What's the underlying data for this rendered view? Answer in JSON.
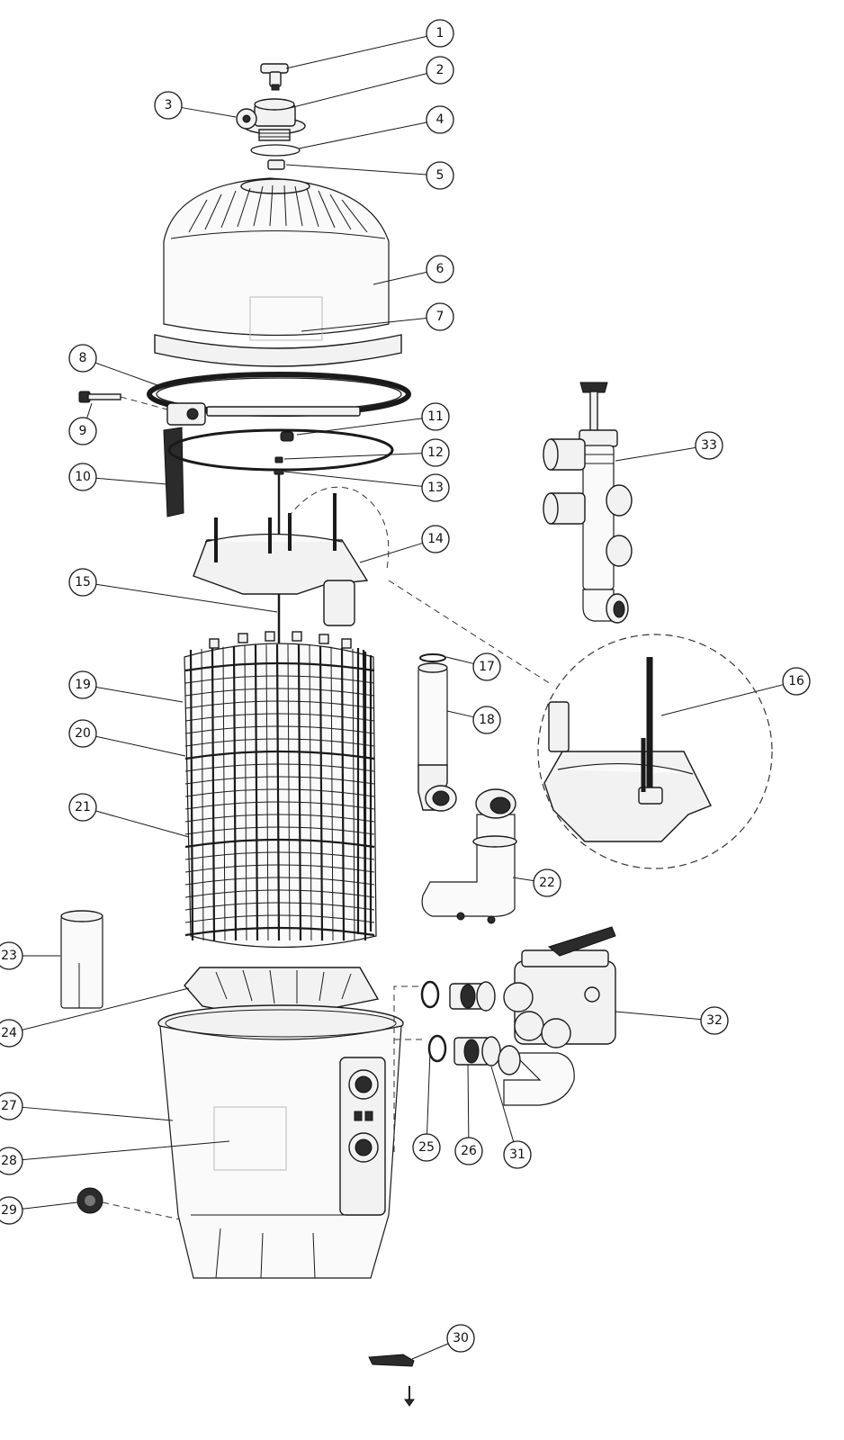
{
  "callouts": [
    {
      "id": "1",
      "label": "1"
    },
    {
      "id": "2",
      "label": "2"
    },
    {
      "id": "3",
      "label": "3"
    },
    {
      "id": "4",
      "label": "4"
    },
    {
      "id": "5",
      "label": "5"
    },
    {
      "id": "6",
      "label": "6"
    },
    {
      "id": "7",
      "label": "7"
    },
    {
      "id": "8",
      "label": "8"
    },
    {
      "id": "9",
      "label": "9"
    },
    {
      "id": "10",
      "label": "10"
    },
    {
      "id": "11",
      "label": "11"
    },
    {
      "id": "12",
      "label": "12"
    },
    {
      "id": "13",
      "label": "13"
    },
    {
      "id": "14",
      "label": "14"
    },
    {
      "id": "15",
      "label": "15"
    },
    {
      "id": "16",
      "label": "16"
    },
    {
      "id": "17",
      "label": "17"
    },
    {
      "id": "18",
      "label": "18"
    },
    {
      "id": "19",
      "label": "19"
    },
    {
      "id": "20",
      "label": "20"
    },
    {
      "id": "21",
      "label": "21"
    },
    {
      "id": "22",
      "label": "22"
    },
    {
      "id": "23",
      "label": "23"
    },
    {
      "id": "24",
      "label": "24"
    },
    {
      "id": "25",
      "label": "25"
    },
    {
      "id": "26",
      "label": "26"
    },
    {
      "id": "27",
      "label": "27"
    },
    {
      "id": "28",
      "label": "28"
    },
    {
      "id": "29",
      "label": "29"
    },
    {
      "id": "30",
      "label": "30"
    },
    {
      "id": "31",
      "label": "31"
    },
    {
      "id": "32",
      "label": "32"
    },
    {
      "id": "33",
      "label": "33"
    }
  ]
}
